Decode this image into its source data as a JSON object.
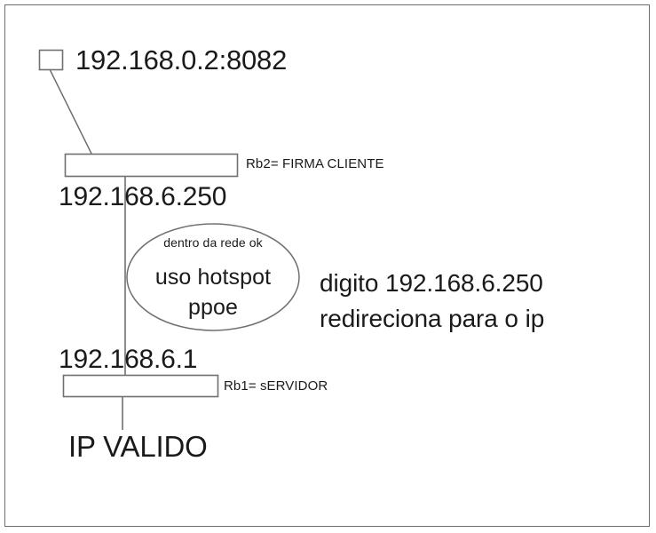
{
  "diagram": {
    "title_text": "192.168.0.2:8082",
    "colors": {
      "frame_stroke": "#6e6e6e",
      "shape_stroke": "#707070",
      "line_stroke": "#707070",
      "text": "#1a1a1a",
      "background": "#ffffff"
    },
    "nodes": {
      "client_square": {
        "name": "client-square",
        "label": ""
      },
      "top_address": {
        "text": "192.168.0.2:8082"
      },
      "router2_box": {
        "label": "",
        "side_label": "Rb2= FIRMA CLIENTE",
        "address": "192.168.6.250"
      },
      "router1_box": {
        "label": "",
        "side_label": "Rb1= sERVIDOR",
        "address": "192.168.6.1"
      },
      "ellipse_note": {
        "line1": "dentro da rede ok",
        "line2": "uso hotspot",
        "line3": "ppoe"
      },
      "right_note": {
        "line1": "digito 192.168.6.250",
        "line2": "redireciona para o ip"
      },
      "bottom_note": {
        "text": "IP VALIDO"
      }
    },
    "connectors": [
      {
        "name": "client-to-router2",
        "from": "client-square",
        "to": "router2-box",
        "style": "diagonal"
      },
      {
        "name": "router2-to-router1",
        "from": "router2-box",
        "to": "router1-box",
        "style": "vertical"
      },
      {
        "name": "router1-to-internet",
        "from": "router1-box",
        "to": "ip-valido",
        "style": "vertical"
      }
    ]
  }
}
